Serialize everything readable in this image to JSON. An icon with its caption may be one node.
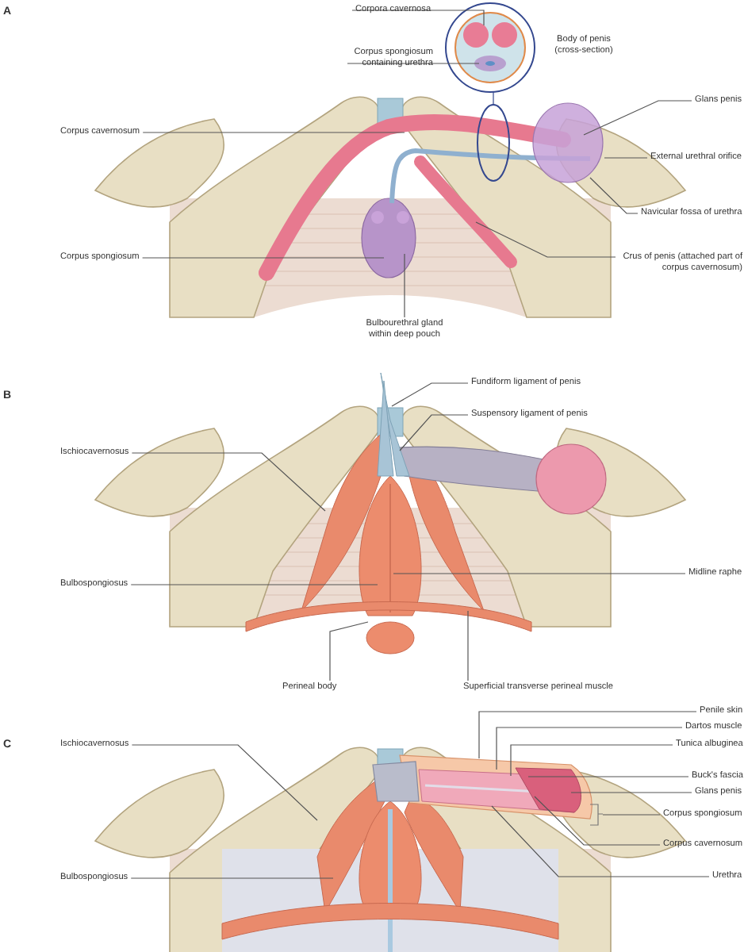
{
  "diagram": {
    "nodes": [
      {
        "text": [
          "Corpora cavernosa"
        ]
      },
      {
        "text": [
          "Corpus spongiosum containing urethra"
        ]
      },
      {
        "text": [],
        "shape": "circle",
        "beside": [
          "Body of penis (cross-section)"
        ]
      },
      {
        "text": [],
        "shape": "ellipse"
      },
      {
        "text": [
          "Corpus cavernosum"
        ]
      },
      {
        "text": [
          "Glans penis"
        ]
      },
      {
        "text": [
          "External urethral orifice"
        ]
      },
      {
        "text": [
          "Navicular fossa of urethra"
        ]
      },
      {
        "text": [
          "Corpus spongiosum"
        ]
      },
      {
        "text": [
          "Crus of penis (attached part of corpus cavernosum)"
        ]
      },
      {
        "text": [
          "Bulbourethral gland within deep pouch"
        ]
      },
      {
        "text": [
          "Fundiform ligament of penis"
        ]
      },
      {
        "text": [
          "Suspensory ligament of penis"
        ]
      },
      {
        "text": [
          "Ischiocavernosus"
        ]
      },
      {
        "text": [
          "Midline raphe"
        ]
      },
      {
        "text": [
          "Bulbospongiosus"
        ]
      },
      {
        "text": [
          "Perineal body"
        ]
      },
      {
        "text": [
          "Superficial transverse perineal muscle"
        ]
      },
      {
        "text": [
          "Penile skin"
        ]
      },
      {
        "text": [
          "Dartos muscle"
        ]
      },
      {
        "text": [
          "Tunica albuginea"
        ]
      },
      {
        "text": [
          "Ischiocavernosus"
        ]
      },
      {
        "text": [
          "Buck's fascia"
        ]
      },
      {
        "text": [
          "Glans penis"
        ]
      },
      {
        "text": [
          "Corpus spongiosum"
        ]
      },
      {
        "text": [
          "Corpus cavernosum"
        ]
      },
      {
        "text": [
          "Bulbospongiosus"
        ]
      },
      {
        "text": [
          "Urethra"
        ]
      }
    ],
    "edges": [
      {
        "from": 0,
        "to": 2,
        "arrow": "none"
      },
      {
        "from": 1,
        "to": 2,
        "arrow": "none"
      },
      {
        "from": 3,
        "to": 2,
        "arrow": "none"
      },
      {
        "from": 4,
        "to": null,
        "arrow": "none"
      },
      {
        "from": 5,
        "to": null,
        "arrow": "none"
      },
      {
        "from": 6,
        "to": null,
        "arrow": "none"
      },
      {
        "from": 7,
        "to": null,
        "arrow": "none"
      },
      {
        "from": 8,
        "to": null,
        "arrow": "none"
      },
      {
        "from": 9,
        "to": null,
        "arrow": "none"
      },
      {
        "from": 10,
        "to": null,
        "arrow": "none"
      },
      {
        "from": 11,
        "to": null,
        "arrow": "none"
      },
      {
        "from": 12,
        "to": null,
        "arrow": "none"
      },
      {
        "from": 13,
        "to": null,
        "arrow": "none"
      },
      {
        "from": 14,
        "to": null,
        "arrow": "none"
      },
      {
        "from": 15,
        "to": null,
        "arrow": "none"
      },
      {
        "from": 16,
        "to": null,
        "arrow": "none"
      },
      {
        "from": 17,
        "to": null,
        "arrow": "none"
      },
      {
        "from": 18,
        "to": null,
        "arrow": "none"
      },
      {
        "from": 19,
        "to": null,
        "arrow": "none"
      },
      {
        "from": 20,
        "to": null,
        "arrow": "none"
      },
      {
        "from": 21,
        "to": null,
        "arrow": "none"
      },
      {
        "from": 22,
        "to": null,
        "arrow": "none"
      },
      {
        "from": 23,
        "to": null,
        "arrow": "none"
      },
      {
        "from": 24,
        "to": null,
        "arrow": "none"
      },
      {
        "from": 25,
        "to": null,
        "arrow": "none"
      },
      {
        "from": 26,
        "to": null,
        "arrow": "none"
      },
      {
        "from": 27,
        "to": null,
        "arrow": "none"
      }
    ],
    "labels": [
      "A",
      "B",
      "C"
    ]
  }
}
